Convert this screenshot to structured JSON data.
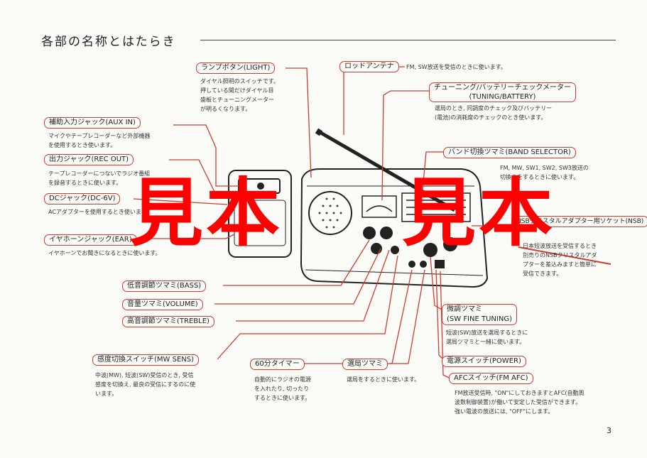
{
  "page": {
    "title": "各部の名称とはたらき",
    "page_number": "3"
  },
  "watermark": {
    "left": "見本",
    "right": "見本",
    "color": "#ff0000"
  },
  "accent_color": "#d43a2f",
  "callouts": {
    "light": {
      "label": "ランプボタン(LIGHT)",
      "desc": [
        "ダイヤル照明のスイッチです。",
        "押している間だけダイヤル目",
        "盛板とチューニングメーター",
        "が明るくなります。"
      ]
    },
    "rod_antenna": {
      "label": "ロッドアンテナ",
      "desc": [
        "FM, SW放送を受信のときに使います。"
      ]
    },
    "tuning_meter": {
      "label": "チューニング/バッテリーチェックメーター",
      "label2": "(TUNING/BATTERY)",
      "desc": [
        "選局のとき, 同調度のチェック及びバッテリー",
        "(電池)の消耗度のチェックのとき使います。"
      ]
    },
    "aux_in": {
      "label": "補助入力ジャック(AUX IN)",
      "desc": [
        "マイクやテープレコーダーなど外部機器",
        "を使用するとき使います。"
      ]
    },
    "rec_out": {
      "label": "出力ジャック(REC OUT)",
      "desc": [
        "テープレコーダーにつないでラジオ番組",
        "を録音するときに使います。"
      ]
    },
    "dc_jack": {
      "label": "DCジャック(DC-6V)",
      "desc": [
        "ACアダプターを使用するとき使います。"
      ]
    },
    "ear": {
      "label": "イヤホーンジャック(EAR)",
      "desc": [
        "イヤホーンでお聞きになるときに使います。"
      ]
    },
    "band_selector": {
      "label": "バンド切換ツマミ(BAND SELECTOR)",
      "desc": [
        "FM, MW, SW1, SW2, SW3放送の",
        "切換えをするときに使います。"
      ]
    },
    "nsb": {
      "label": "NSBクリスタルアダプター用ソケット(NSB)",
      "desc": [
        "日本短波放送を受信するとき",
        "別売りのNSBクリスタルアダ",
        "プターを差込みますと簡単に",
        "受信できます。"
      ]
    },
    "bass": {
      "label": "低音調節ツマミ(BASS)"
    },
    "volume": {
      "label": "音量ツマミ(VOLUME)"
    },
    "treble": {
      "label": "高音調節ツマミ(TREBLE)"
    },
    "fine_tuning": {
      "label": "微調ツマミ",
      "label2": "(SW FINE TUNING)",
      "desc": [
        "短波(SW)放送を選局するときに",
        "選局ツマミと一緒に使います。"
      ]
    },
    "mw_sens": {
      "label": "感度切換スイッチ(MW SENS)",
      "desc": [
        "中波(MW), 短波(SW)受信のとき, 受信",
        "感度を切換え, 最良の受信にするのに使",
        "います。"
      ]
    },
    "timer": {
      "label": "60分タイマー",
      "desc": [
        "自動的にラジオの電源",
        "を入れたり, 切ったり",
        "するときに使います。"
      ]
    },
    "tuning": {
      "label": "選局ツマミ",
      "desc": [
        "選局をするときに使います。"
      ]
    },
    "power": {
      "label": "電源スイッチ(POWER)"
    },
    "afc": {
      "label": "AFCスイッチ(FM AFC)",
      "desc": [
        "FM放送受信時, \"ON\"にしておきますとAFC(自動周",
        "波数制御装置)が働いて安定した受信ができます。",
        "強い電波の放送には, \"OFF\"にします。"
      ]
    }
  }
}
